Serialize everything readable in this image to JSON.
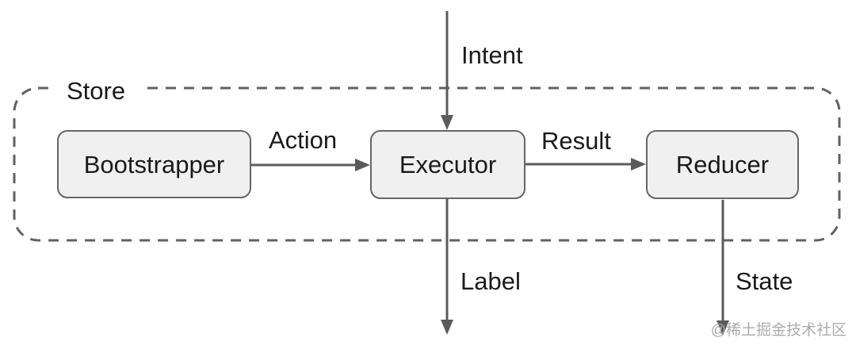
{
  "diagram": {
    "container_label": "Store",
    "nodes": [
      {
        "id": "bootstrapper",
        "label": "Bootstrapper"
      },
      {
        "id": "executor",
        "label": "Executor"
      },
      {
        "id": "reducer",
        "label": "Reducer"
      }
    ],
    "edges": [
      {
        "id": "intent",
        "label": "Intent",
        "from": "external-top",
        "to": "executor",
        "direction": "down"
      },
      {
        "id": "action",
        "label": "Action",
        "from": "bootstrapper",
        "to": "executor",
        "direction": "right"
      },
      {
        "id": "result",
        "label": "Result",
        "from": "executor",
        "to": "reducer",
        "direction": "right"
      },
      {
        "id": "label",
        "label": "Label",
        "from": "executor",
        "to": "external-bottom",
        "direction": "down"
      },
      {
        "id": "state",
        "label": "State",
        "from": "reducer",
        "to": "external-bottom",
        "direction": "down"
      }
    ],
    "colors": {
      "background": "#ffffff",
      "node_fill": "#f0f0f0",
      "node_border": "#666666",
      "dashed_border": "#616161",
      "arrow_line": "#5b5b5b",
      "text": "#1a1a1a",
      "watermark_text": "#ababab"
    },
    "watermark": "@稀土掘金技术社区"
  }
}
